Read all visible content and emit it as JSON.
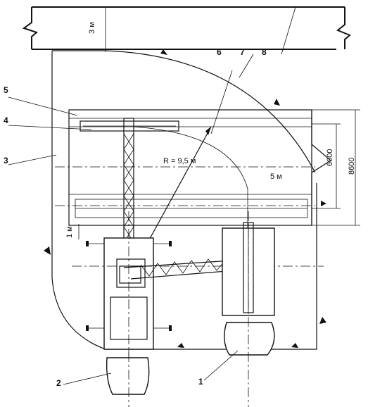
{
  "callouts": {
    "n1": "1",
    "n2": "2",
    "n3": "3",
    "n4": "4",
    "n5": "5",
    "n6": "6",
    "n7": "7",
    "n8": "8"
  },
  "dimensions": {
    "top_distance": "3 м",
    "radius": "R = 9,5 м",
    "span_inner": "6000",
    "span_outer": "8600",
    "zone_5m": "5 м",
    "gap_1m": "1 м"
  }
}
